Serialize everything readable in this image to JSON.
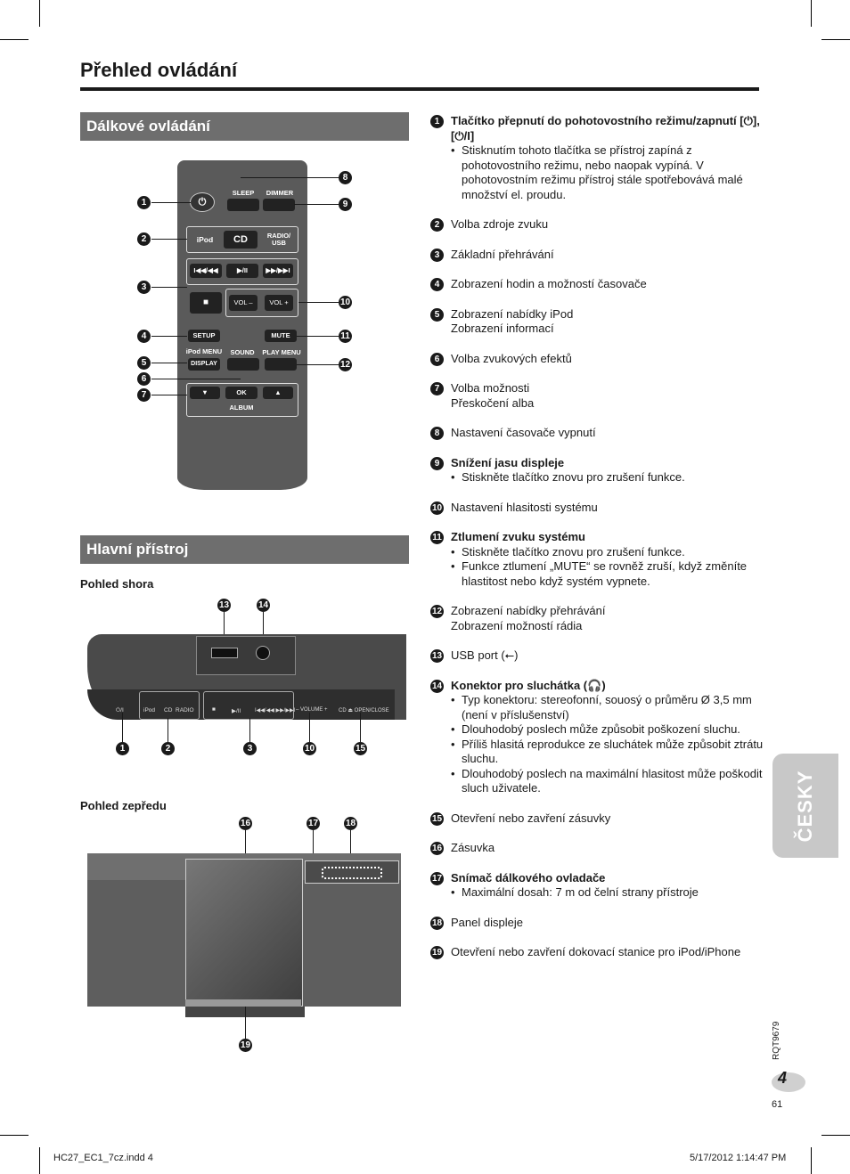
{
  "title": "Přehled ovládání",
  "sections": {
    "remote": "Dálkové ovládání",
    "main": "Hlavní přístroj"
  },
  "views": {
    "top": "Pohled shora",
    "front": "Pohled zepředu"
  },
  "remote_labels": {
    "sleep": "SLEEP",
    "dimmer": "DIMMER",
    "ipod": "iPod",
    "cd": "CD",
    "radio": "RADIO/",
    "usb": "USB",
    "prev": "I◀◀/◀◀",
    "play": "▶/II",
    "next": "▶▶/▶▶I",
    "stop": "■",
    "vol_down": "VOL –",
    "vol_up": "VOL +",
    "setup": "SETUP",
    "mute": "MUTE",
    "ipod_menu": "iPod MENU",
    "display": "DISPLAY",
    "sound": "SOUND",
    "play_menu": "PLAY MENU",
    "down": "▼",
    "ok": "OK",
    "up": "▲",
    "album": "ALBUM"
  },
  "unit_labels": {
    "power": "⏻/I",
    "ipod": "iPod",
    "cd": "CD",
    "radio": "RADIO",
    "stop": "■",
    "play": "▶/II",
    "skip": "I◀◀/◀◀ ▶▶/▶▶I",
    "volume": "– VOLUME +",
    "open_close": "CD ⏏ OPEN/CLOSE"
  },
  "items": [
    {
      "n": "1",
      "head": "Tlačítko přepnutí do pohotovostního režimu/zapnutí [⏻], [⏻/I]",
      "lines": [],
      "bullets": [
        "Stisknutím tohoto tlačítka se přístroj zapíná z pohotovostního režimu, nebo naopak vypíná. V pohotovostním režimu přístroj stále spotřebovává malé množství el. proudu."
      ]
    },
    {
      "n": "2",
      "head": "",
      "lines": [
        "Volba zdroje zvuku"
      ],
      "bullets": []
    },
    {
      "n": "3",
      "head": "",
      "lines": [
        "Základní přehrávání"
      ],
      "bullets": []
    },
    {
      "n": "4",
      "head": "",
      "lines": [
        "Zobrazení hodin a možností časovače"
      ],
      "bullets": []
    },
    {
      "n": "5",
      "head": "",
      "lines": [
        "Zobrazení nabídky iPod",
        "Zobrazení informací"
      ],
      "bullets": []
    },
    {
      "n": "6",
      "head": "",
      "lines": [
        "Volba zvukových efektů"
      ],
      "bullets": []
    },
    {
      "n": "7",
      "head": "",
      "lines": [
        "Volba možnosti",
        "Přeskočení alba"
      ],
      "bullets": []
    },
    {
      "n": "8",
      "head": "",
      "lines": [
        "Nastavení časovače vypnutí"
      ],
      "bullets": []
    },
    {
      "n": "9",
      "head": "Snížení jasu displeje",
      "lines": [],
      "bullets": [
        "Stiskněte tlačítko znovu pro zrušení funkce."
      ]
    },
    {
      "n": "10",
      "head": "",
      "lines": [
        "Nastavení hlasitosti systému"
      ],
      "bullets": []
    },
    {
      "n": "11",
      "head": "Ztlumení zvuku systému",
      "lines": [],
      "bullets": [
        "Stiskněte tlačítko znovu pro zrušení funkce.",
        "Funkce ztlumení „MUTE“ se rovněž zruší, když změníte hlastitost nebo když systém vypnete."
      ]
    },
    {
      "n": "12",
      "head": "",
      "lines": [
        "Zobrazení nabídky přehrávání",
        "Zobrazení možností rádia"
      ],
      "bullets": []
    },
    {
      "n": "13",
      "head": "",
      "lines": [
        "USB port (⭠)"
      ],
      "bullets": []
    },
    {
      "n": "14",
      "head": "Konektor pro sluchátka (🎧)",
      "lines": [],
      "bullets": [
        "Typ konektoru: stereofonní, souosý o průměru Ø 3,5 mm (není v příslušenství)",
        "Dlouhodobý poslech může způsobit poškození sluchu.",
        "Příliš hlasitá reprodukce ze sluchátek může způsobit ztrátu sluchu.",
        "Dlouhodobý poslech na maximální hlasitost může poškodit sluch uživatele."
      ]
    },
    {
      "n": "15",
      "head": "",
      "lines": [
        "Otevření nebo zavření zásuvky"
      ],
      "bullets": []
    },
    {
      "n": "16",
      "head": "",
      "lines": [
        "Zásuvka"
      ],
      "bullets": []
    },
    {
      "n": "17",
      "head": "Snímač dálkového ovladače",
      "lines": [],
      "bullets": [
        "Maximální dosah: 7 m od čelní strany přístroje"
      ]
    },
    {
      "n": "18",
      "head": "",
      "lines": [
        "Panel displeje"
      ],
      "bullets": []
    },
    {
      "n": "19",
      "head": "",
      "lines": [
        "Otevření nebo zavření dokovací stanice pro iPod/iPhone"
      ],
      "bullets": []
    }
  ],
  "side_tab": "ČESKY",
  "doc_code": "RQT9679",
  "page_number": "4",
  "page_sub": "61",
  "footer_left": "HC27_EC1_7cz.indd   4",
  "footer_right": "5/17/2012   1:14:47 PM"
}
